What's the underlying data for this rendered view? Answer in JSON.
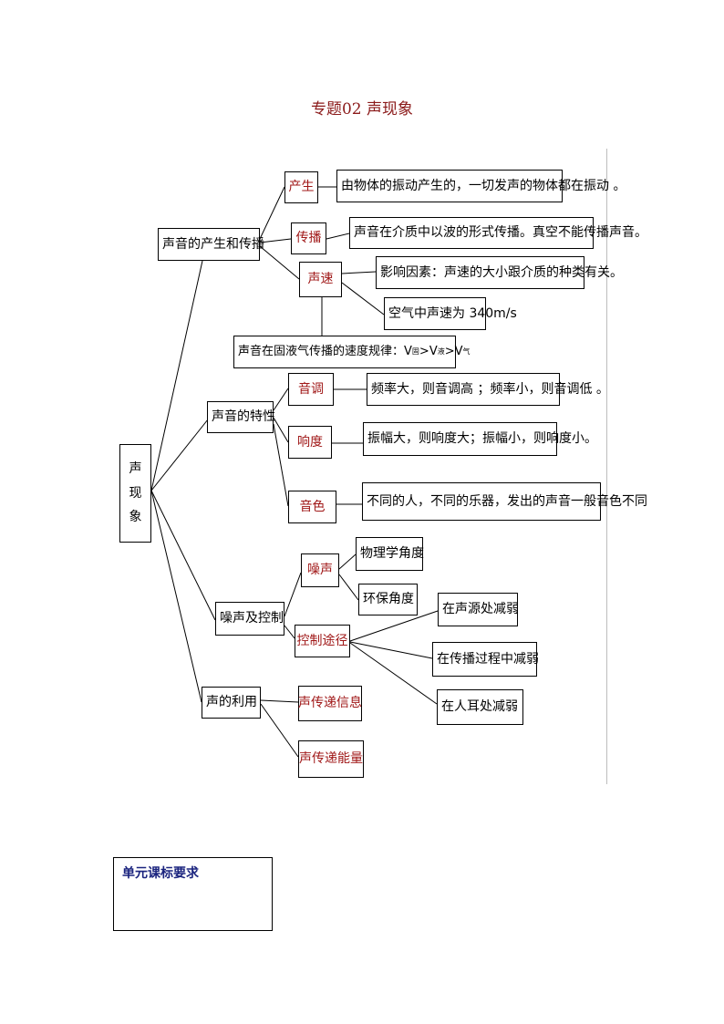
{
  "title": "专题02 声现象",
  "root": {
    "chars": [
      "声",
      "现",
      "象"
    ]
  },
  "branches": {
    "production": {
      "label": "声音的产生和传播",
      "chanSheng": {
        "label": "产生",
        "desc": "由物体的振动产生的，一切发声的物体都在振动 。"
      },
      "chuanBo": {
        "label": "传播",
        "desc": "声音在介质中以波的形式传播。真空不能传播声音。"
      },
      "shengSu": {
        "label": "声速",
        "factor": "影响因素：声速的大小跟介质的种类有关。",
        "airSpeed": "空气中声速为 340m/s"
      },
      "rule": {
        "text": "声音在固液气传播的速度规律：",
        "v": "V",
        "gu": "固",
        "ye": "液",
        "qi": "气",
        "gt": ">"
      }
    },
    "traits": {
      "label": "声音的特性",
      "pitch": {
        "label": "音调",
        "desc": "频率大，则音调高 ；频率小，则音调低 。"
      },
      "loudness": {
        "label": "响度",
        "desc": "振幅大，则响度大；振幅小，则响度小。"
      },
      "timbre": {
        "label": "音色",
        "desc": "不同的人，不同的乐器，发出的声音一般音色不同"
      }
    },
    "noise": {
      "label": "噪声及控制",
      "noise": {
        "label": "噪声",
        "physics": "物理学角度",
        "env": "环保角度"
      },
      "control": {
        "label": "控制途径",
        "source": "在声源处减弱",
        "path": "在传播过程中减弱",
        "ear": "在人耳处减弱"
      }
    },
    "use": {
      "label": "声的利用",
      "info": "声传递信息",
      "energy": "声传递能量"
    }
  },
  "requirements": {
    "title": "单元课标要求"
  }
}
